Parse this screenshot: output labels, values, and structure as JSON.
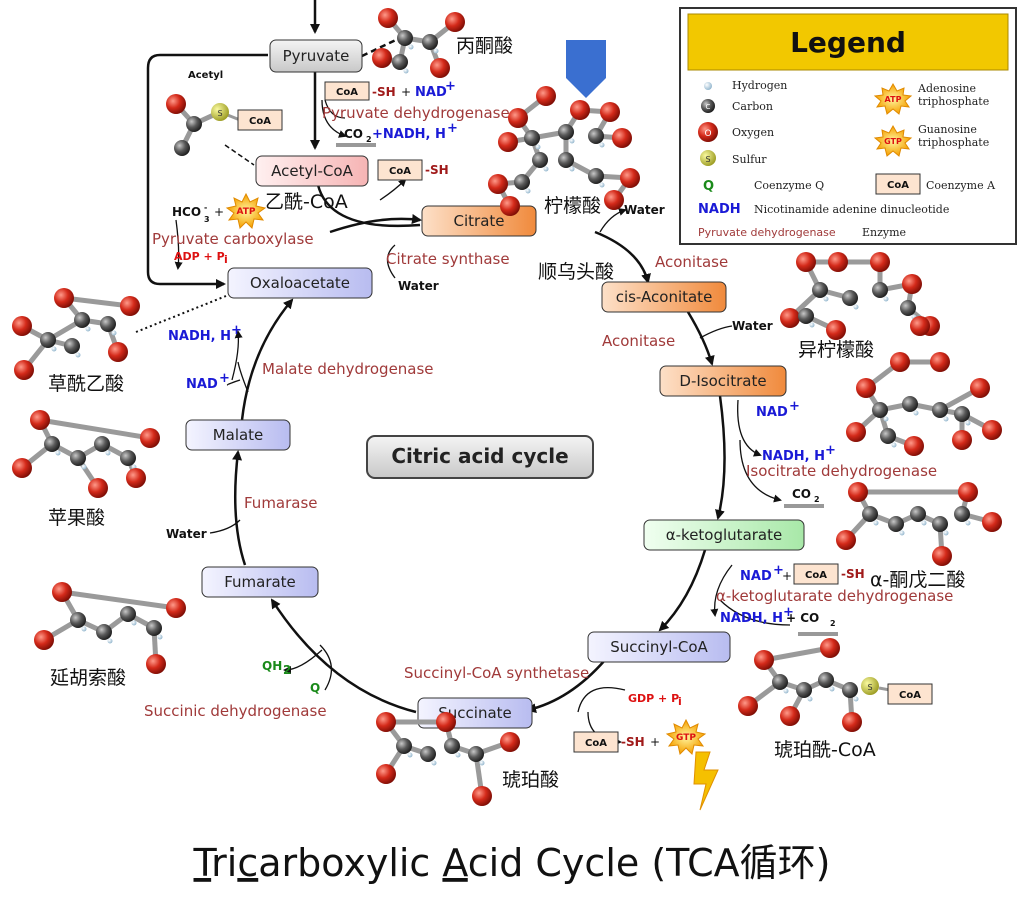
{
  "title": {
    "pre1": "",
    "u1": "T",
    "mid1": "ri",
    "u2": "c",
    "mid2": "arboxylic ",
    "u3": "A",
    "rest": "cid Cycle (TCA循环)"
  },
  "center_label": "Citric acid cycle",
  "metabolites": {
    "pyruvate": "Pyruvate",
    "acetyl_coa": "Acetyl-CoA",
    "citrate": "Citrate",
    "cis_aconitate": "cis-Aconitate",
    "d_isocitrate": "D-Isocitrate",
    "a_ketoglutarate": "α-ketoglutarate",
    "succinyl_coa": "Succinyl-CoA",
    "succinate": "Succinate",
    "fumarate": "Fumarate",
    "malate": "Malate",
    "oxaloacetate": "Oxaloacetate"
  },
  "chinese": {
    "pyruvate": "丙酮酸",
    "acetyl_coa": "乙酰-CoA",
    "citrate": "柠檬酸",
    "cis_aconitate": "顺乌头酸",
    "isocitrate": "异柠檬酸",
    "a_ketoglutarate": "α-酮戊二酸",
    "succinyl_coa": "琥珀酰-CoA",
    "succinate": "琥珀酸",
    "fumarate": "延胡索酸",
    "malate": "苹果酸",
    "oxaloacetate": "草酰乙酸"
  },
  "enzymes": {
    "pyruvate_dh": "Pyruvate dehydrogenase",
    "pyruvate_carboxylase": "Pyruvate carboxylase",
    "citrate_synthase": "Citrate synthase",
    "aconitase1": "Aconitase",
    "aconitase2": "Aconitase",
    "isocitrate_dh": "Isocitrate dehydrogenase",
    "akg_dh": "α-ketoglutarate dehydrogenase",
    "succinyl_coa_synthetase": "Succinyl-CoA synthetase",
    "succinic_dh": "Succinic dehydrogenase",
    "fumarase": "Fumarase",
    "malate_dh": "Malate dehydrogenase"
  },
  "cofactors": {
    "acetyl": "Acetyl",
    "coa": "CoA",
    "sh": "-SH",
    "plus": "+",
    "nad": "NAD",
    "sup_plus": "+",
    "co2": "CO",
    "sub_2": "2",
    "nadh_h": "NADH, H",
    "plus_nadh": "+NADH, H",
    "hco3": "HCO",
    "sub_3": "3",
    "minus": "-",
    "atp": "ATP",
    "adp_pi": "ADP + P",
    "sub_i": "i",
    "water": "Water",
    "gdp_pi": "GDP + P",
    "gtp": "GTP",
    "qh": "QH",
    "q": "Q",
    "plus_co2": " + CO",
    "s": "S"
  },
  "legend": {
    "title": "Legend",
    "hydrogen": "Hydrogen",
    "carbon": "Carbon",
    "oxygen": "Oxygen",
    "sulfur": "Sulfur",
    "atp_line1": "Adenosine",
    "atp_line2": "triphosphate",
    "gtp_line1": "Guanosine",
    "gtp_line2": "triphosphate",
    "atp_icon": "ATP",
    "gtp_icon": "GTP",
    "c_icon": "C",
    "o_icon": "O",
    "s_icon": "S",
    "q_key": "Q",
    "q_desc": "Coenzyme Q",
    "coa_key": "CoA",
    "coa_desc": "Coenzyme A",
    "nadh_key": "NADH",
    "nadh_desc": "Nicotinamide adenine dinucleotide",
    "enzyme_key": "Pyruvate dehydrogenase",
    "enzyme_desc": "Enzyme"
  },
  "colors": {
    "oxygen": "#d42a1a",
    "carbon": "#555555",
    "hydrogen": "#bcd6e6",
    "sulfur": "#c8c83a",
    "legend_title_bg": "#f2c800",
    "enzyme": "#a03a3a",
    "arrow_blue": "#3a6fd0"
  }
}
